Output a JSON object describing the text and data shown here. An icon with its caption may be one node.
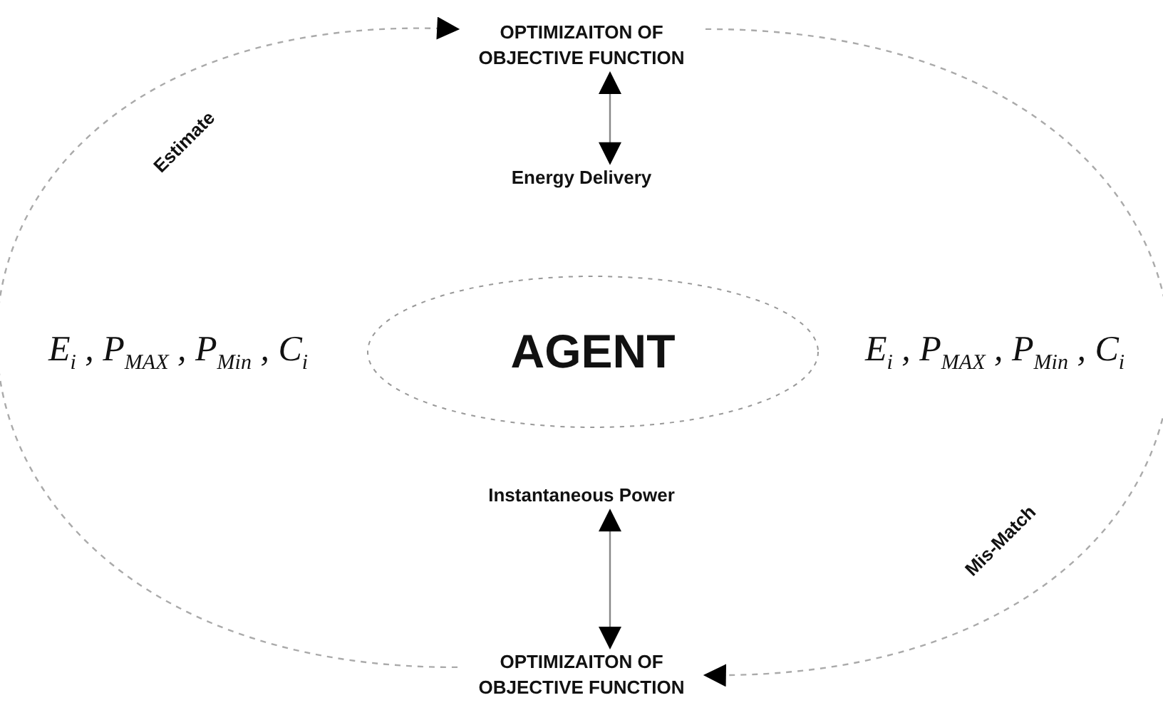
{
  "diagram": {
    "nodes": [
      {
        "text": [
          "OPTIMIZAITON OF OBJECTIVE FUNCTION"
        ]
      },
      {
        "text": [
          "Energy Delivery"
        ]
      },
      {
        "text": [
          "E$_{i}$ , P$_{MAX}$ , P$_{Min}$ , C$_{i}$"
        ]
      },
      {
        "text": [
          "AGENT"
        ]
      },
      {
        "text": [
          "E$_{i}$ , P$_{MAX}$ , P$_{Min}$ , C$_{i}$"
        ]
      },
      {
        "text": [
          "Instantaneous Power"
        ]
      },
      {
        "text": [
          "OPTIMIZAITON OF OBJECTIVE FUNCTION"
        ]
      }
    ],
    "edges": [
      {
        "from": 0,
        "to": 1,
        "arrow": "both"
      },
      {
        "from": 5,
        "to": 6,
        "arrow": "both"
      },
      {
        "from": 6,
        "to": 0,
        "arrow": "to",
        "label": "Estimate",
        "style": "dashed"
      },
      {
        "from": 0,
        "to": 6,
        "arrow": "to",
        "label": "Mis-Match",
        "style": "dashed"
      }
    ]
  }
}
